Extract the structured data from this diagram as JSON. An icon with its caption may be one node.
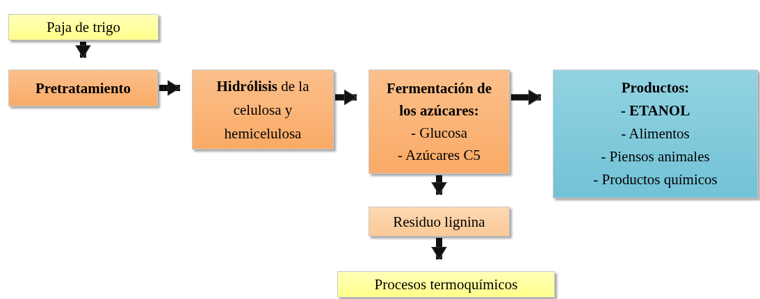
{
  "diagram": {
    "nodes": [
      {
        "text": [
          "Paja de trigo"
        ]
      },
      {
        "text": [
          "Pretratamiento"
        ]
      },
      {
        "text": [
          "**Hidrólisis** de la celulosa y hemicelulosa"
        ]
      },
      {
        "text": [
          "Fermentación de los azúcares:",
          "- Glucosa",
          "- Azúcares C5"
        ]
      },
      {
        "text": [
          "Productos:",
          "- ETANOL",
          "- Alimentos",
          "- Piensos animales",
          "- Productos químicos"
        ]
      },
      {
        "text": [
          "Residuo lignina"
        ]
      },
      {
        "text": [
          "Procesos termoquímicos"
        ]
      }
    ],
    "edges": [
      {
        "from": 0,
        "to": 1,
        "arrow": "to"
      },
      {
        "from": 1,
        "to": 2,
        "arrow": "to"
      },
      {
        "from": 2,
        "to": 3,
        "arrow": "to"
      },
      {
        "from": 3,
        "to": 4,
        "arrow": "to"
      },
      {
        "from": 3,
        "to": 5,
        "arrow": "to"
      },
      {
        "from": 5,
        "to": 6,
        "arrow": "to"
      }
    ]
  }
}
